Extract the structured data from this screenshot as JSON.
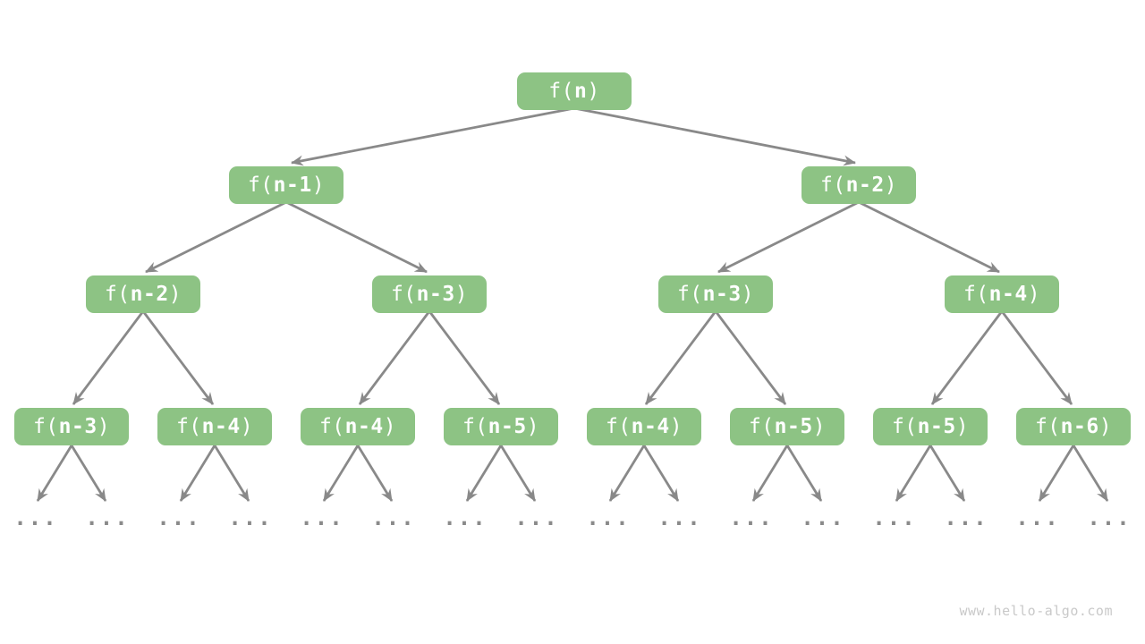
{
  "colors": {
    "node_fill": "#8dc384",
    "node_text": "#ffffff",
    "arrow": "#898989",
    "ellipsis_text": "#8a8a8a",
    "watermark_text": "#c9c9c9",
    "background": "#ffffff"
  },
  "ellipsis": "...",
  "watermark": {
    "text": "www.hello-algo.com"
  },
  "tree": {
    "type": "recursion-tree",
    "levels": [
      {
        "nodes": [
          {
            "pre": "f(",
            "arg": "n",
            "post": ")"
          }
        ]
      },
      {
        "nodes": [
          {
            "pre": "f(",
            "arg": "n-1",
            "post": ")"
          },
          {
            "pre": "f(",
            "arg": "n-2",
            "post": ")"
          }
        ]
      },
      {
        "nodes": [
          {
            "pre": "f(",
            "arg": "n-2",
            "post": ")"
          },
          {
            "pre": "f(",
            "arg": "n-3",
            "post": ")"
          },
          {
            "pre": "f(",
            "arg": "n-3",
            "post": ")"
          },
          {
            "pre": "f(",
            "arg": "n-4",
            "post": ")"
          }
        ]
      },
      {
        "nodes": [
          {
            "pre": "f(",
            "arg": "n-3",
            "post": ")"
          },
          {
            "pre": "f(",
            "arg": "n-4",
            "post": ")"
          },
          {
            "pre": "f(",
            "arg": "n-4",
            "post": ")"
          },
          {
            "pre": "f(",
            "arg": "n-5",
            "post": ")"
          },
          {
            "pre": "f(",
            "arg": "n-4",
            "post": ")"
          },
          {
            "pre": "f(",
            "arg": "n-5",
            "post": ")"
          },
          {
            "pre": "f(",
            "arg": "n-5",
            "post": ")"
          },
          {
            "pre": "f(",
            "arg": "n-6",
            "post": ")"
          }
        ]
      }
    ]
  }
}
